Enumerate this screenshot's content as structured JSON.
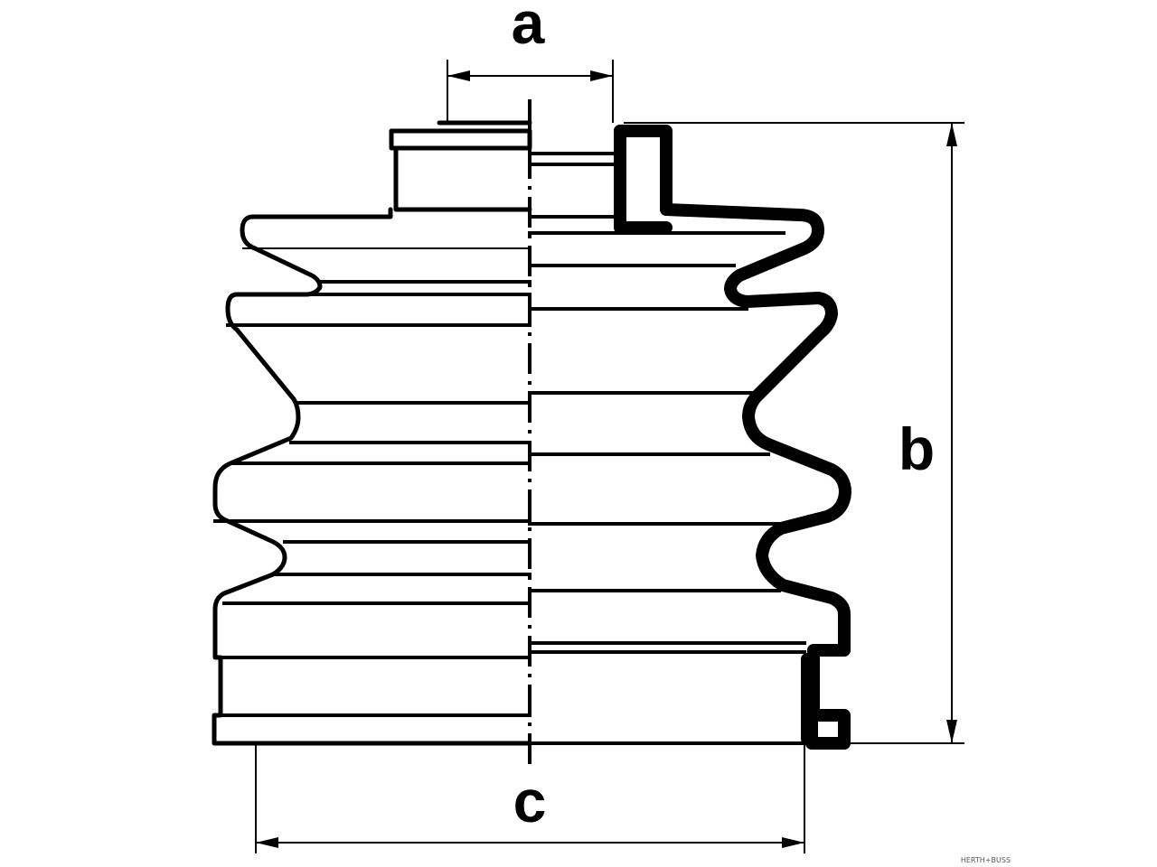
{
  "labels": {
    "a": "a",
    "b": "b",
    "c": "c"
  },
  "watermark": "HERTH+BUSS",
  "colors": {
    "line": "#000000",
    "background": "#ffffff"
  }
}
